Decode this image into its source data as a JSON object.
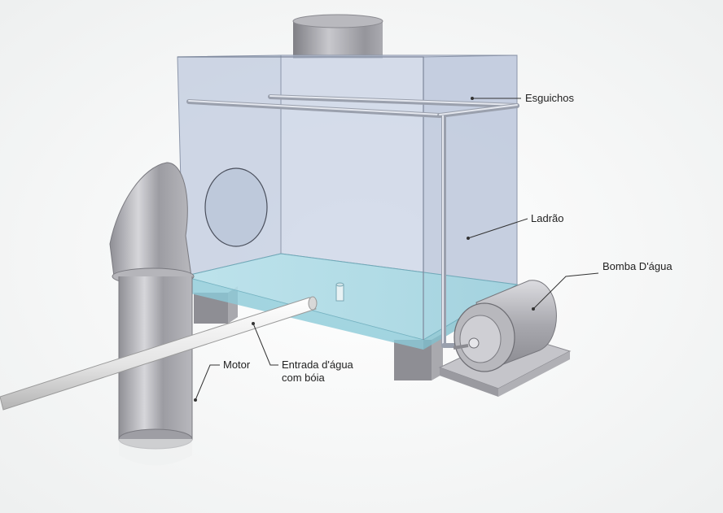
{
  "labels": {
    "nozzles": "Esguichos",
    "overflow": "Ladrão",
    "pump": "Bomba D'água",
    "motor": "Motor",
    "water_inlet_line1": "Entrada d'água",
    "water_inlet_line2": "com bóia"
  },
  "colors": {
    "glass": "#c9d3e6",
    "water": "#a9d8e2",
    "metal": "#a9a9ad",
    "leader": "#333333"
  }
}
